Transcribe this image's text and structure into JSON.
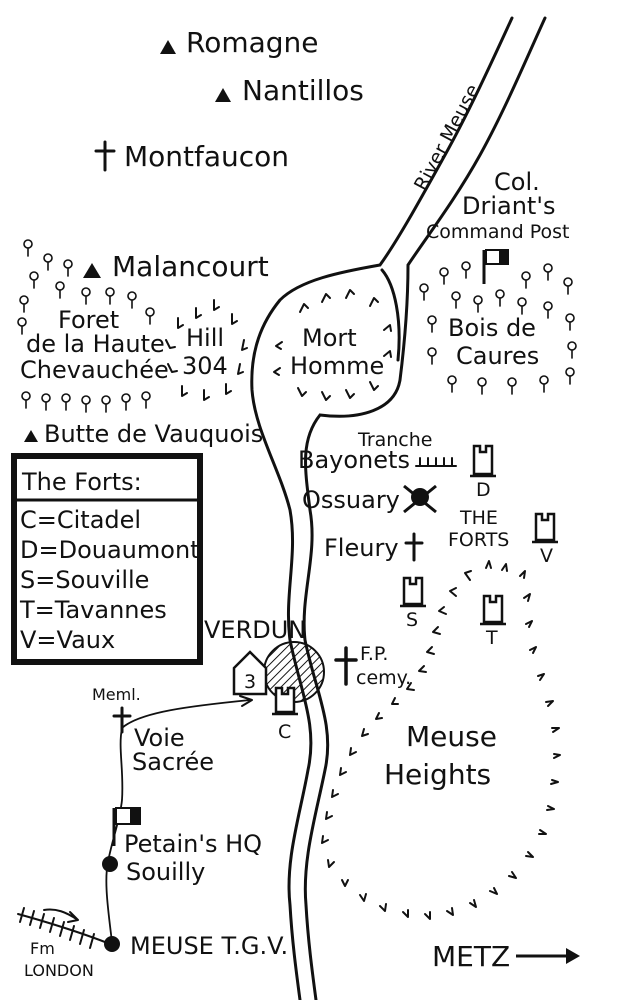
{
  "places": {
    "romagne": "Romagne",
    "nantillos": "Nantillos",
    "montfaucon": "Montfaucon",
    "malancourt": "Malancourt",
    "foret_line1": "Foret",
    "foret_line2": "de la Haute",
    "foret_line3": "Chevauchée",
    "hill_line1": "Hill",
    "hill_line2": "304",
    "mort_line1": "Mort",
    "mort_line2": "Homme",
    "colonel_line1": "Col.",
    "colonel_line2": "Driant's",
    "colonel_line3": "Command Post",
    "bois_line1": "Bois de",
    "bois_line2": "Caures",
    "butte": "Butte de Vauquois",
    "tranche_line1": "Tranche",
    "tranche_line2": "Bayonets",
    "ossuary": "Ossuary",
    "fleury": "Fleury",
    "theforts_line1": "THE",
    "theforts_line2": "FORTS",
    "verdun": "VERDUN",
    "fp_line1": "F.P.",
    "fp_line2": "cemy.",
    "meml": "Meml.",
    "voie_line1": "Voie",
    "voie_line2": "Sacrée",
    "meuse_line1": "Meuse",
    "meuse_line2": "Heights",
    "petain_line1": "Petain's HQ",
    "petain_line2": "Souilly",
    "meuse_tgv": "MEUSE T.G.V.",
    "fm_line1": "Fm",
    "fm_line2": "LONDON",
    "metz": "METZ",
    "river": "River Meuse"
  },
  "fort_markers": {
    "d": "D",
    "v": "V",
    "s": "S",
    "t": "T",
    "c": "C"
  },
  "verdun_number": "3",
  "legend": {
    "title": "The Forts:",
    "items": [
      "C=Citadel",
      "D=Douaumont",
      "S=Souville",
      "T=Tavannes",
      "V=Vaux"
    ]
  },
  "icons": {
    "village": "filled-triangle",
    "cemetery": "cross",
    "fort": "tower",
    "command_post": "flag",
    "ossuary": "skull-crossbones"
  }
}
